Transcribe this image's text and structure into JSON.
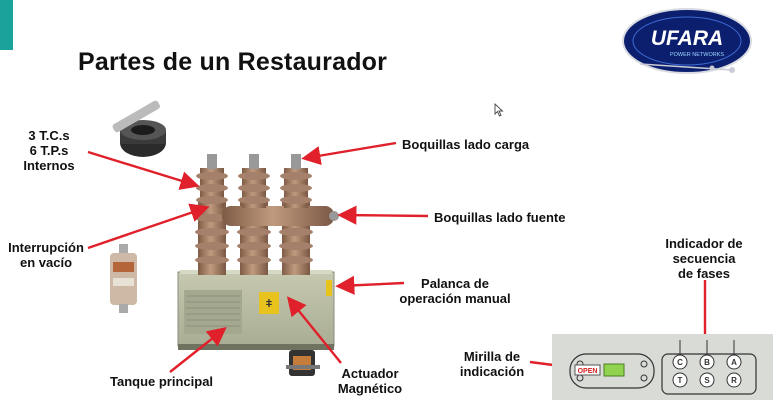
{
  "slide": {
    "title": "Partes de un Restaurador",
    "accent_color": "#1aa39a",
    "arrow_color": "#e0202a"
  },
  "logo": {
    "brand": "UFARA",
    "tagline": "POWER NETWORKS"
  },
  "labels": {
    "tc_line1": "3 T.C.s",
    "tc_line2": "6 T.P.s",
    "tc_line3": "Internos",
    "interruption_line1": "Interrupción",
    "interruption_line2": "en vacío",
    "load_bushings": "Boquillas lado carga",
    "source_bushings": "Boquillas lado fuente",
    "lever_line1": "Palanca de",
    "lever_line2": "operación manual",
    "phase_indicator_line1": "Indicador de",
    "phase_indicator_line2": "secuencia",
    "phase_indicator_line3": "de fases",
    "main_tank": "Tanque principal",
    "actuator_line1": "Actuador",
    "actuator_line2": "Magnético",
    "sight_line1": "Mirilla de",
    "sight_line2": "indicación"
  },
  "panel": {
    "open_label": "OPEN",
    "phases_top": [
      "C",
      "B",
      "A"
    ],
    "phases_bottom": [
      "T",
      "S",
      "R"
    ]
  }
}
